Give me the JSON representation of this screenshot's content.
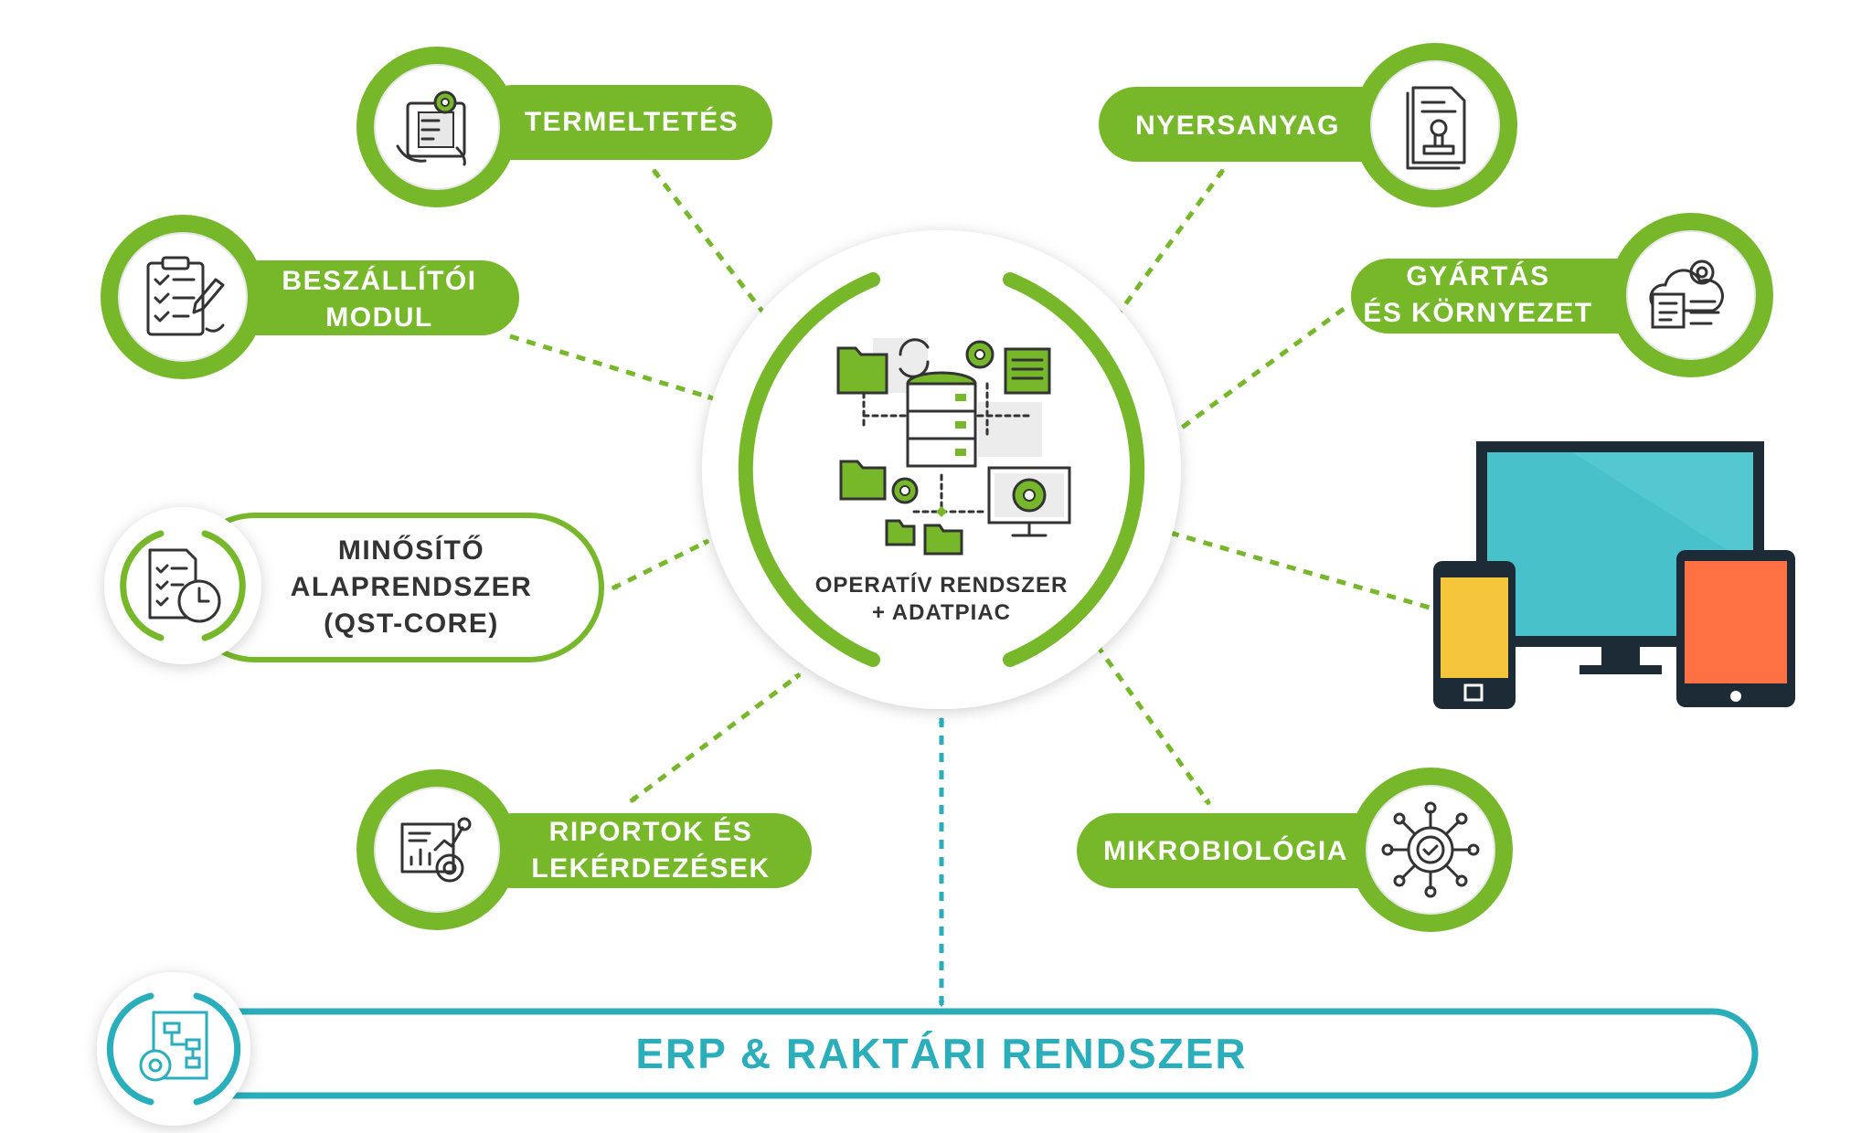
{
  "colors": {
    "green": "#76b82a",
    "teal": "#2aaebc",
    "dark": "#333333"
  },
  "center": {
    "line1": "OPERATÍV RENDSZER",
    "line2": "+ ADATPIAC",
    "icon": "database-network-icon"
  },
  "modules": {
    "termeltetes": {
      "label": "TERMELTETÉS",
      "icon": "tablet-gear-icon"
    },
    "nyersanyag": {
      "label": "NYERSANYAG",
      "icon": "document-stamp-icon"
    },
    "beszallitoi": {
      "line1": "BESZÁLLÍTÓI",
      "line2": "MODUL",
      "icon": "clipboard-checklist-icon"
    },
    "gyartas": {
      "line1": "GYÁRTÁS",
      "line2": "ÉS KÖRNYEZET",
      "icon": "cloud-gear-icon"
    },
    "minosito": {
      "line1": "MINŐSÍTŐ",
      "line2": "ALAPRENDSZER",
      "line3": "(QST-CORE)",
      "icon": "checklist-clock-icon"
    },
    "riportok": {
      "line1": "RIPORTOK ÉS",
      "line2": "LEKÉRDEZÉSEK",
      "icon": "report-chart-icon"
    },
    "mikrobiologia": {
      "label": "MIKROBIOLÓGIA",
      "icon": "microbe-network-icon"
    },
    "erp": {
      "label": "ERP & RAKTÁRI RENDSZER",
      "icon": "flowchart-gear-icon"
    }
  },
  "devices": {
    "icon": "devices-icon"
  }
}
